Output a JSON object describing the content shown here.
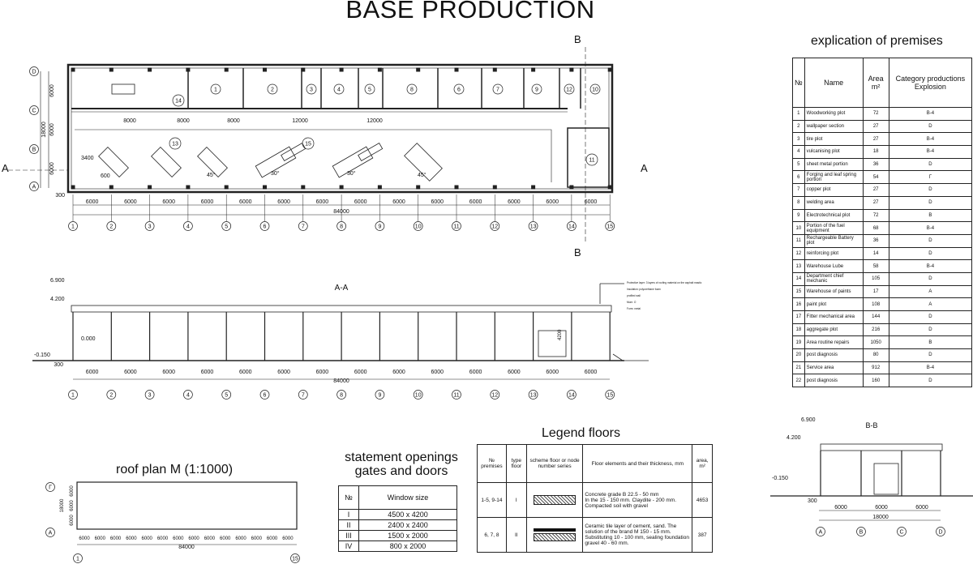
{
  "title": "BASE PRODUCTION",
  "plan": {
    "rows": [
      "D",
      "C",
      "B",
      "A"
    ],
    "left_dims": [
      "6000",
      "6000",
      "18000",
      "6000"
    ],
    "axis_nums": [
      "1",
      "2",
      "3",
      "4",
      "5",
      "6",
      "7",
      "8",
      "9",
      "10",
      "11",
      "12",
      "13",
      "14",
      "15"
    ],
    "span": "6000",
    "total": "84000",
    "offset": "300",
    "cut_a": "A",
    "cut_b": "B",
    "room_nums": [
      "1",
      "2",
      "3",
      "4",
      "5",
      "8",
      "6",
      "7",
      "9",
      "12",
      "10"
    ],
    "hall_labels": [
      "14",
      "13",
      "15",
      "11"
    ],
    "top_dims": [
      "8000",
      "8000",
      "8000",
      "12000",
      "12000"
    ],
    "small_dims": [
      "3400",
      "600"
    ],
    "angles": [
      "45°",
      "30°",
      "30°",
      "45°"
    ]
  },
  "section_aa": {
    "title": "A-A",
    "lvl_top": "6.900",
    "lvl_mid": "4.200",
    "lvl_zero": "0.000",
    "lvl_ground": "-0.150",
    "gate_height": "4200",
    "roof_notes": [
      "Protective layer: 3 layers of roofing material on the asphalt mastic",
      "Insulation: polyurethane foam",
      "profiled wall",
      "Mum: O",
      "Form: metal"
    ]
  },
  "section_bb": {
    "title": "B-B",
    "lvl_top": "6.900",
    "lvl_mid": "4.200",
    "lvl_ground": "-0.150",
    "offset": "300",
    "dims": [
      "6000",
      "6000",
      "6000"
    ],
    "total": "18000",
    "axes": [
      "A",
      "B",
      "C",
      "D"
    ]
  },
  "roof_plan": {
    "title": "roof plan M (1:1000)",
    "rows": [
      "Г",
      "A"
    ],
    "left_dims": [
      "6000",
      "6000",
      "6000",
      "18000"
    ],
    "span": "6000",
    "total": "84000",
    "axes": [
      "1",
      "15"
    ]
  },
  "explication": {
    "title": "explication of premises",
    "headers": [
      "№",
      "Name",
      "Area m²",
      "Category productions Explosion"
    ],
    "rows": [
      [
        "1",
        "Woodworking plot",
        "72",
        "B-4"
      ],
      [
        "2",
        "wallpaper section",
        "27",
        "D"
      ],
      [
        "3",
        "tire plot",
        "27",
        "B-4"
      ],
      [
        "4",
        "vulcanising plot",
        "18",
        "B-4"
      ],
      [
        "5",
        "sheet metal portion",
        "36",
        "D"
      ],
      [
        "6",
        "Forging and leaf spring portion",
        "54",
        "Г"
      ],
      [
        "7",
        "copper plot",
        "27",
        "D"
      ],
      [
        "8",
        "welding area",
        "27",
        "D"
      ],
      [
        "9",
        "Electrotechnical plot",
        "72",
        "B"
      ],
      [
        "10",
        "Portion of the fuel equipment",
        "68",
        "B-4"
      ],
      [
        "11",
        "Rechargeable Battery plot",
        "36",
        "D"
      ],
      [
        "12",
        "reinforcing plot",
        "14",
        "D"
      ],
      [
        "13",
        "Warehouse Lube",
        "58",
        "B-4"
      ],
      [
        "14",
        "Department chief mechanic",
        "105",
        "D"
      ],
      [
        "15",
        "Warehouse of paints",
        "17",
        "A"
      ],
      [
        "16",
        "paint plot",
        "108",
        "A"
      ],
      [
        "17",
        "Fitter mechanical area",
        "144",
        "D"
      ],
      [
        "18",
        "aggregate plot",
        "216",
        "D"
      ],
      [
        "19",
        "Area routine repairs",
        "1050",
        "B"
      ],
      [
        "20",
        "post diagnosis",
        "80",
        "D"
      ],
      [
        "21",
        "Service area",
        "912",
        "B-4"
      ],
      [
        "22",
        "post diagnosis",
        "160",
        "D"
      ]
    ]
  },
  "statement": {
    "title_1": "statement openings",
    "title_2": "gates and doors",
    "headers": [
      "№",
      "Window size"
    ],
    "rows": [
      [
        "I",
        "4500 x 4200"
      ],
      [
        "II",
        "2400 x 2400"
      ],
      [
        "III",
        "1500 x 2000"
      ],
      [
        "IV",
        "800 x 2000"
      ]
    ]
  },
  "legend": {
    "title": "Legend floors",
    "headers": [
      "№ premises",
      "type floor",
      "scheme floor or node number series",
      "Floor elements and their thickness, mm",
      "area, m²"
    ],
    "rows": [
      {
        "premises": "1-5, 9-14",
        "type": "I",
        "desc": "Concrete grade B 22.5 - 50 mm\nIn the 15 - 150 mm. Claydite - 200 mm.\nCompacted soil with gravel",
        "area": "4653"
      },
      {
        "premises": "6, 7, 8",
        "type": "II",
        "desc": "Ceramic tile layer of cement, sand. The solution of the brand M 150 - 15 mm.\nSubstituting 10 - 100 mm, sealing foundation gravel 40 - 60 mm.",
        "area": "387"
      }
    ]
  }
}
